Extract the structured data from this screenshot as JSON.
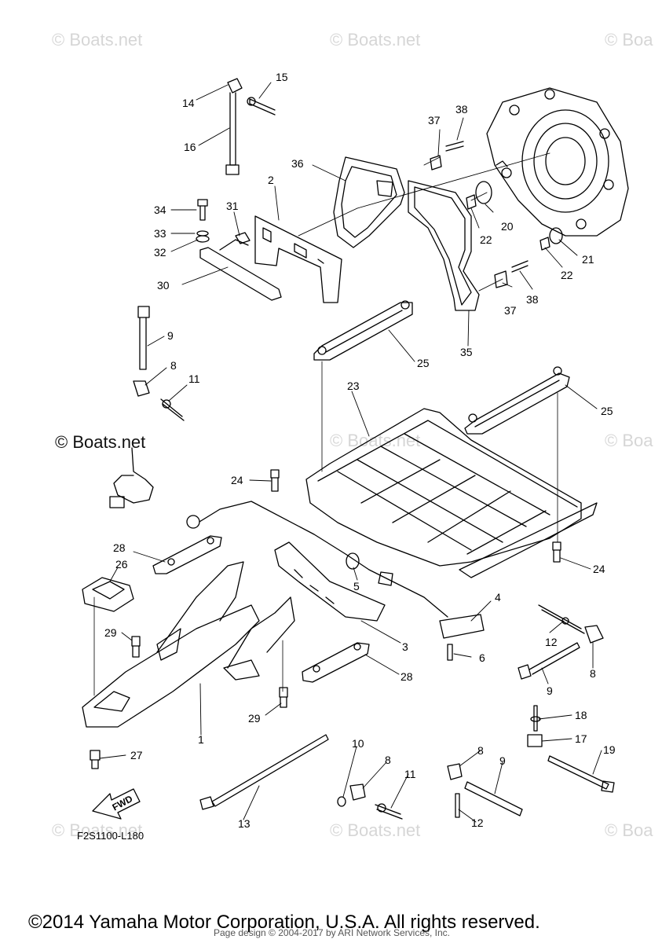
{
  "watermarks": {
    "text": "© Boats.net",
    "partial": "© Boa",
    "bold": "© Boats.net"
  },
  "diagram_code": "F2S1100-L180",
  "fwd_label": "FWD",
  "copyright": "©2014 Yamaha Motor Corporation, U.S.A. All rights reserved.",
  "page_design": "Page design © 2004-2017 by ARI Network Services, Inc.",
  "callouts": [
    "1",
    "2",
    "3",
    "4",
    "5",
    "6",
    "8",
    "8",
    "8",
    "8",
    "9",
    "9",
    "9",
    "10",
    "11",
    "11",
    "12",
    "12",
    "13",
    "14",
    "15",
    "16",
    "17",
    "18",
    "19",
    "20",
    "21",
    "22",
    "22",
    "23",
    "24",
    "24",
    "25",
    "25",
    "26",
    "27",
    "28",
    "28",
    "29",
    "29",
    "30",
    "31",
    "32",
    "33",
    "34",
    "35",
    "36",
    "37",
    "37",
    "38",
    "38"
  ]
}
